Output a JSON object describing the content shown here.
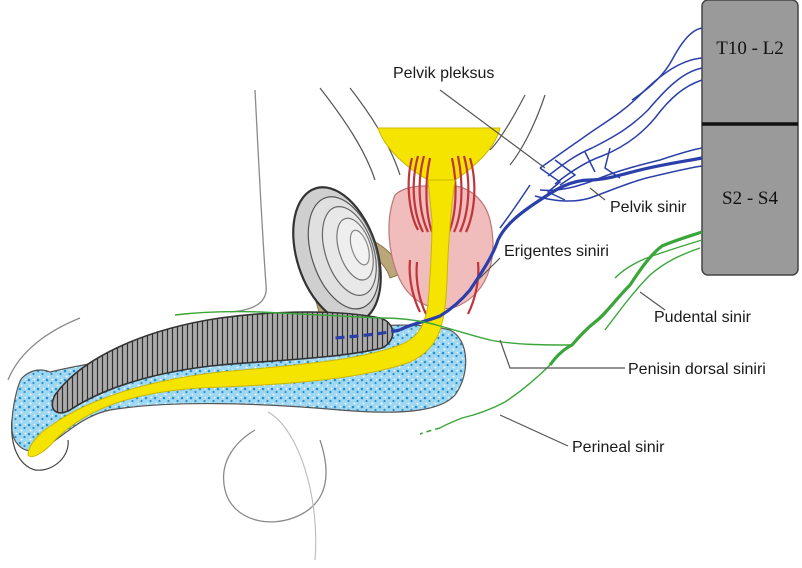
{
  "labels": {
    "pelvik_pleksus": "Pelvik pleksus",
    "pelvik_sinir": "Pelvik sinir",
    "erigentes_siniri": "Erigentes siniri",
    "pudental_sinir": "Pudental sinir",
    "penisin_dorsal_siniri": "Penisin dorsal siniri",
    "perineal_sinir": "Perineal sinir"
  },
  "spine": {
    "upper_segment": "T10 - L2",
    "lower_segment": "S2 - S4"
  },
  "colors": {
    "autonomic_nerve": "#2b3faa",
    "somatic_nerve": "#3aa63a",
    "spinal_cord": "#9a9a9a",
    "urethra": "#f5e400",
    "spongiosum": "#8fd3f0",
    "cavernosum": "#a9a9a9",
    "prostate": "#f0bcbc",
    "muscle": "#c0343a",
    "seminal_vesicle": "#bba67a"
  }
}
